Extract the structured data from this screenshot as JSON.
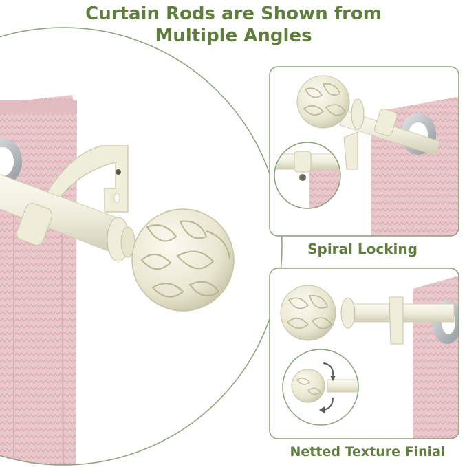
{
  "headline": {
    "line1": "Curtain Rods are Shown from",
    "line2": "Multiple Angles"
  },
  "panels": {
    "top_right_caption": "Spiral Locking",
    "bottom_right_caption": "Netted Texture Finial"
  },
  "colors": {
    "headline": "#5f7d3c",
    "border": "#8aa07a",
    "rod": "#efeedd",
    "curtain": "#e8c6c9"
  }
}
